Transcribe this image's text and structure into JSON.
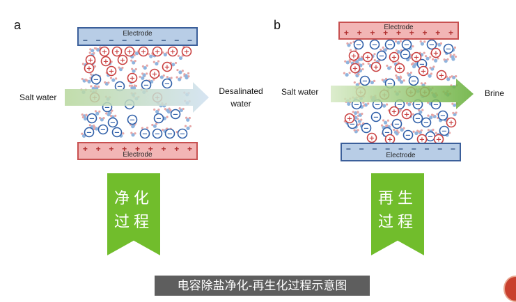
{
  "panels": {
    "a": {
      "letter": "a",
      "top_electrode": {
        "label": "Electrode",
        "sign": "−",
        "color": "#b8cde6",
        "border": "#3b5f9a"
      },
      "bottom_electrode": {
        "label": "Electrode",
        "sign": "+",
        "color": "#f2b5b5",
        "border": "#c75050"
      },
      "input_label": "Salt water",
      "output_label_line1": "Desalinated",
      "output_label_line2": "water",
      "ribbon": {
        "line1": "净化",
        "line2": "过程"
      }
    },
    "b": {
      "letter": "b",
      "top_electrode": {
        "label": "Electrode",
        "sign": "+",
        "color": "#f2b5b5",
        "border": "#c75050"
      },
      "bottom_electrode": {
        "label": "Electrode",
        "sign": "−",
        "color": "#b8cde6",
        "border": "#3b5f9a"
      },
      "input_label": "Salt water",
      "output_label": "Brine",
      "ribbon": {
        "line1": "再生",
        "line2": "过程"
      }
    }
  },
  "caption": "电容除盐净化-再生化过程示意图",
  "colors": {
    "cation": "#c94040",
    "anion": "#2f5fa8",
    "arrow_a": "#cfe0c0",
    "arrow_b": "#7dbb4a",
    "ribbon": "#71bd2c"
  }
}
